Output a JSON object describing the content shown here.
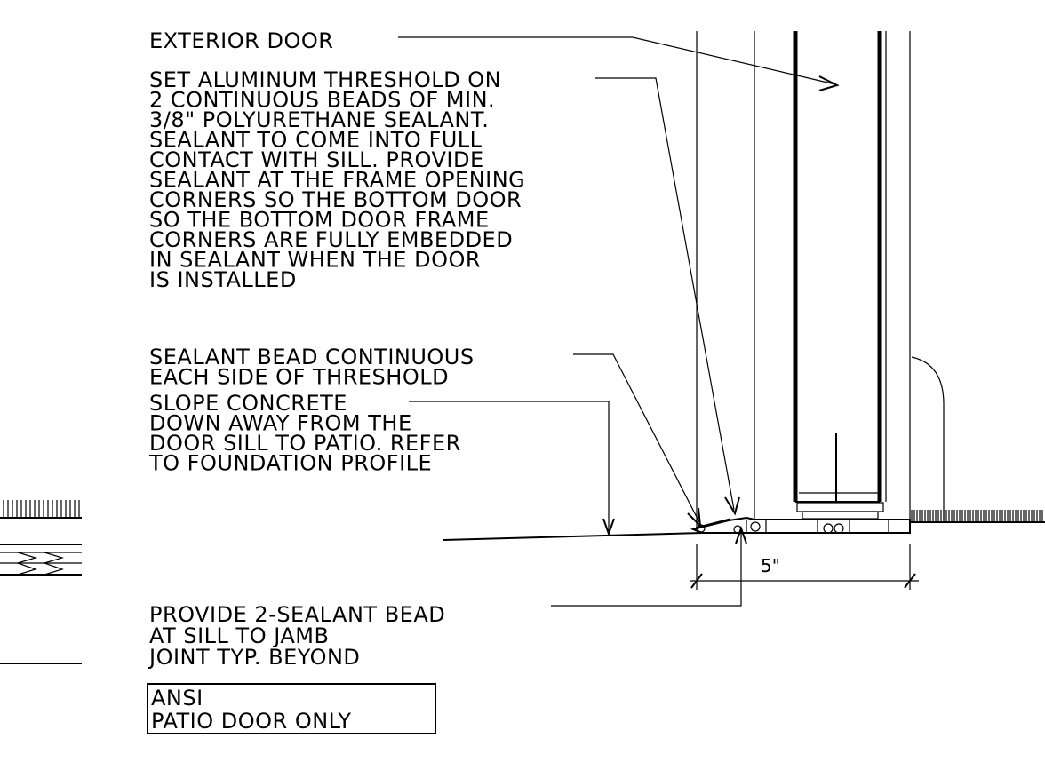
{
  "notes": {
    "exterior_door": "EXTERIOR DOOR",
    "threshold": [
      "SET ALUMINUM THRESHOLD ON",
      "2 CONTINUOUS BEADS OF MIN.",
      "3/8\" POLYURETHANE SEALANT.",
      "SEALANT TO COME INTO FULL",
      "CONTACT WITH SILL.  PROVIDE",
      "SEALANT AT THE FRAME OPENING",
      "CORNERS SO THE BOTTOM DOOR",
      "SO THE BOTTOM DOOR FRAME",
      "CORNERS ARE FULLY EMBEDDED",
      "IN SEALANT WHEN THE DOOR",
      "IS INSTALLED"
    ],
    "sealant_bead": [
      "SEALANT BEAD CONTINUOUS",
      "EACH SIDE OF THRESHOLD"
    ],
    "slope": [
      "SLOPE CONCRETE",
      "DOWN AWAY FROM THE",
      "DOOR SILL TO PATIO.  REFER",
      "TO FOUNDATION PROFILE"
    ],
    "provide_bead": [
      "PROVIDE 2-SEALANT BEAD",
      "AT SILL TO JAMB",
      "JOINT TYP. BEYOND"
    ]
  },
  "dimension": "5\"",
  "label_box": [
    "ANSI",
    "PATIO DOOR ONLY"
  ]
}
